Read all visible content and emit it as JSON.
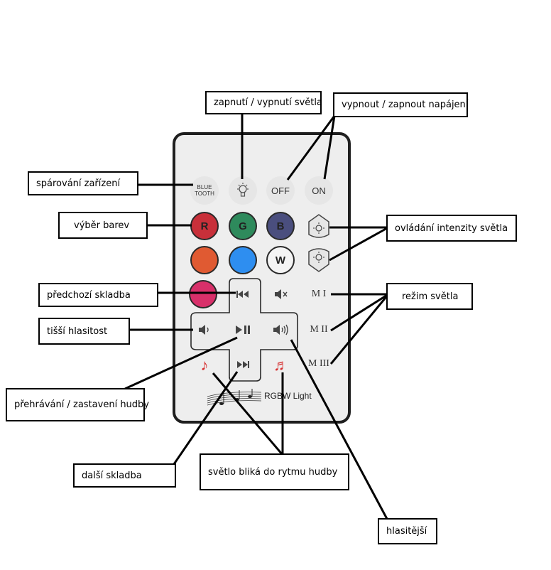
{
  "labels": {
    "light_toggle": "zapnutí / vypnutí světla",
    "power_toggle": "vypnout / zapnout napájení",
    "pairing": "spárování zařízení",
    "colors": "výběr barev",
    "brightness": "ovládání intenzity světla",
    "prev_track": "předchozí skladba",
    "light_mode": "režim světla",
    "volume_down": "tišší hlasitost",
    "play_pause": "přehrávání / zastavení hudby",
    "next_track": "další skladba",
    "music_sync": "světlo bliká do rytmu hudby",
    "volume_up": "hlasitější"
  },
  "remote": {
    "bluetooth_line1": "BLUE",
    "bluetooth_line2": "TOOTH",
    "off": "OFF",
    "on": "ON",
    "red": "R",
    "green": "G",
    "blue": "B",
    "white": "W",
    "mode1": "M I",
    "mode2": "M II",
    "mode3": "M III",
    "brand": "RGBW Light",
    "colors": {
      "red": "#c8303a",
      "green": "#2e8a5c",
      "blue": "#4a4e7e",
      "orange": "#e05a32",
      "sky": "#2e8ef0",
      "white": "#f4f4f4",
      "pink": "#d8306a",
      "music_note": "#d63030"
    }
  }
}
